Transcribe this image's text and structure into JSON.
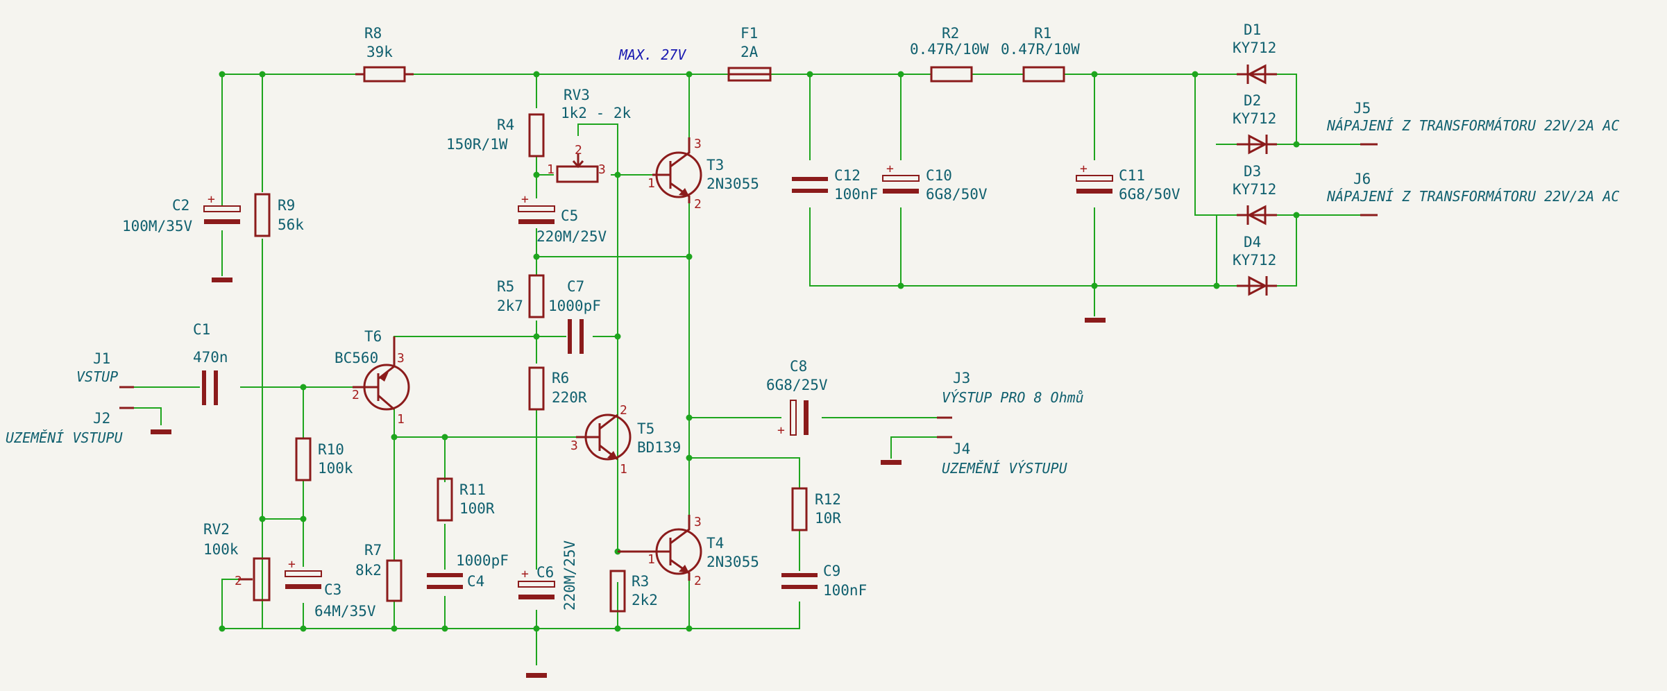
{
  "colors": {
    "wire": "#1ea51e",
    "symbol": "#8b1b1b",
    "label": "#0f5f6e",
    "pin": "#a51e1e",
    "note": "#1818b0",
    "background": "#f5f4ef"
  },
  "note": "MAX. 27V",
  "labels": {
    "R8_ref": "R8",
    "R8_val": "39k",
    "F1_ref": "F1",
    "F1_val": "2A",
    "R2_ref": "R2",
    "R2_val": "0.47R/10W",
    "R1_ref": "R1",
    "R1_val": "0.47R/10W",
    "D1_ref": "D1",
    "D1_val": "KY712",
    "D2_ref": "D2",
    "D2_val": "KY712",
    "D3_ref": "D3",
    "D3_val": "KY712",
    "D4_ref": "D4",
    "D4_val": "KY712",
    "J5_ref": "J5",
    "J5_val": "NÁPAJENÍ Z TRANSFORMÁTORU 22V/2A AC",
    "J6_ref": "J6",
    "J6_val": "NÁPAJENÍ Z TRANSFORMÁTORU 22V/2A AC",
    "RV3_ref": "RV3",
    "RV3_val": "1k2 - 2k",
    "R4_ref": "R4",
    "R4_val": "150R/1W",
    "T3_ref": "T3",
    "T3_val": "2N3055",
    "C12_ref": "C12",
    "C12_val": "100nF",
    "C10_ref": "C10",
    "C10_val": "6G8/50V",
    "C11_ref": "C11",
    "C11_val": "6G8/50V",
    "C2_ref": "C2",
    "C2_val": "100M/35V",
    "R9_ref": "R9",
    "R9_val": "56k",
    "C5_ref": "C5",
    "C5_val": "220M/25V",
    "R5_ref": "R5",
    "R5_val": "2k7",
    "C7_ref": "C7",
    "C7_val": "1000pF",
    "C1_ref": "C1",
    "C1_val": "470n",
    "T6_ref": "T6",
    "T6_val": "BC560",
    "J1_ref": "J1",
    "J1_val": "VSTUP",
    "J2_ref": "J2",
    "J2_val": "UZEMĚNÍ VSTUPU",
    "R6_ref": "R6",
    "R6_val": "220R",
    "C8_ref": "C8",
    "C8_val": "6G8/25V",
    "J3_ref": "J3",
    "J3_val": "VÝSTUP PRO 8 Ohmů",
    "J4_ref": "J4",
    "J4_val": "UZEMĚNÍ VÝSTUPU",
    "T5_ref": "T5",
    "T5_val": "BD139",
    "R10_ref": "R10",
    "R10_val": "100k",
    "R11_ref": "R11",
    "R11_val": "100R",
    "R12_ref": "R12",
    "R12_val": "10R",
    "RV2_ref": "RV2",
    "RV2_val": "100k",
    "R7_ref": "R7",
    "R7_val": "8k2",
    "C4_ref": "C4",
    "C4_val": "1000pF",
    "C6_ref": "C6",
    "C6_val": "220M/25V",
    "T4_ref": "T4",
    "T4_val": "2N3055",
    "C9_ref": "C9",
    "C9_val": "100nF",
    "C3_ref": "C3",
    "C3_val": "64M/35V",
    "R3_ref": "R3",
    "R3_val": "2k2"
  },
  "pins": {
    "p1": "1",
    "p2": "2",
    "p3": "3"
  },
  "polarity": {
    "plus": "+"
  }
}
